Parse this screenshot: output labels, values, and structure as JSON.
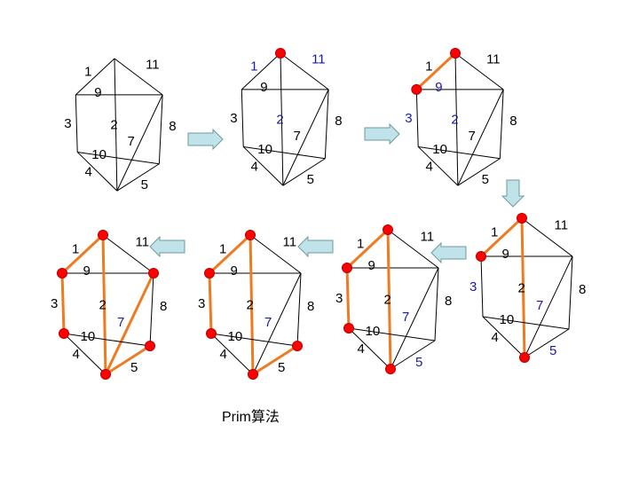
{
  "caption": "Prim算法",
  "colors": {
    "tree_edge": "#ee7a22",
    "vertex": "#ff0000",
    "highlight_label": "#1a1aa6",
    "label": "#000000",
    "arrow": "#bfe3e8"
  },
  "graph": {
    "vertices": [
      "T",
      "L",
      "R",
      "ML",
      "BL",
      "BR",
      "B"
    ],
    "edges": [
      {
        "id": "e1",
        "from": "T",
        "to": "L",
        "weight": "1"
      },
      {
        "id": "e11",
        "from": "T",
        "to": "R",
        "weight": "11"
      },
      {
        "id": "e9",
        "from": "L",
        "to": "R",
        "weight": "9"
      },
      {
        "id": "e3",
        "from": "L",
        "to": "ML",
        "weight": "3"
      },
      {
        "id": "e2",
        "from": "T",
        "to": "B",
        "weight": "2"
      },
      {
        "id": "e7",
        "from": "R",
        "to": "B",
        "weight": "7"
      },
      {
        "id": "e8",
        "from": "R",
        "to": "BR",
        "weight": "8"
      },
      {
        "id": "e10",
        "from": "ML",
        "to": "BR",
        "weight": "10"
      },
      {
        "id": "e4",
        "from": "ML",
        "to": "B",
        "weight": "4"
      },
      {
        "id": "e5",
        "from": "BR",
        "to": "B",
        "weight": "5"
      }
    ]
  },
  "steps": [
    {
      "step": 1,
      "tree_edges": [],
      "vertices": [],
      "highlight": []
    },
    {
      "step": 2,
      "tree_edges": [],
      "vertices": [
        "T"
      ],
      "highlight": [
        "1",
        "11",
        "2"
      ]
    },
    {
      "step": 3,
      "tree_edges": [
        "e1"
      ],
      "vertices": [
        "T",
        "L"
      ],
      "highlight": [
        "9",
        "3",
        "2"
      ]
    },
    {
      "step": 4,
      "tree_edges": [
        "e1",
        "e2"
      ],
      "vertices": [
        "T",
        "L",
        "B"
      ],
      "highlight": [
        "3",
        "7",
        "5"
      ]
    },
    {
      "step": 5,
      "tree_edges": [
        "e1",
        "e2",
        "e3"
      ],
      "vertices": [
        "T",
        "L",
        "B",
        "ML"
      ],
      "highlight": [
        "7",
        "5"
      ]
    },
    {
      "step": 6,
      "tree_edges": [
        "e1",
        "e2",
        "e3",
        "e5"
      ],
      "vertices": [
        "T",
        "L",
        "B",
        "ML",
        "BR"
      ],
      "highlight": [
        "7"
      ]
    },
    {
      "step": 7,
      "tree_edges": [
        "e1",
        "e2",
        "e3",
        "e5",
        "e7"
      ],
      "vertices": [
        "T",
        "L",
        "B",
        "ML",
        "BR",
        "R"
      ],
      "highlight": [
        "7"
      ]
    }
  ]
}
